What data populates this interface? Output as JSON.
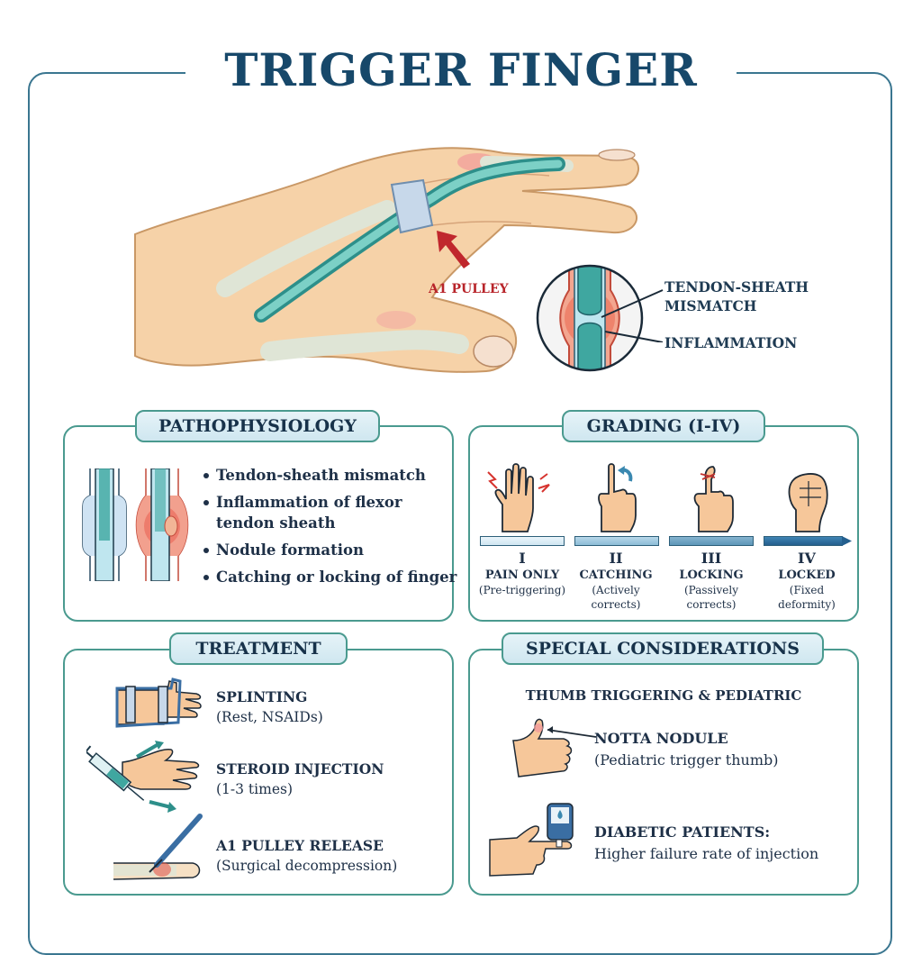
{
  "title": "TRIGGER FINGER",
  "hero": {
    "pulley_label": "A1 PULLEY",
    "callouts": [
      {
        "line1": "TENDON-SHEATH",
        "line2": "MISMATCH"
      },
      {
        "line1": "INFLAMMATION",
        "line2": ""
      }
    ]
  },
  "pathophysiology": {
    "heading": "PATHOPHYSIOLOGY",
    "bullets": [
      "Tendon-sheath mismatch",
      "Inflammation of flexor tendon sheath",
      "Nodule formation",
      "Catching or locking of finger"
    ]
  },
  "grading": {
    "heading": "GRADING (I-IV)",
    "grades": [
      {
        "num": "I",
        "name": "PAIN ONLY",
        "desc": "(Pre-triggering)",
        "color": "#d9edf6"
      },
      {
        "num": "II",
        "name": "CATCHING",
        "desc": "(Actively corrects)",
        "color": "#9fc9de"
      },
      {
        "num": "III",
        "name": "LOCKING",
        "desc": "(Passively corrects)",
        "color": "#6ea6c4"
      },
      {
        "num": "IV",
        "name": "LOCKED",
        "desc": "(Fixed deformity)",
        "color": "#2f74a6"
      }
    ]
  },
  "treatment": {
    "heading": "TREATMENT",
    "items": [
      {
        "title": "SPLINTING",
        "sub": "(Rest, NSAIDs)"
      },
      {
        "title": "STEROID INJECTION",
        "sub": "(1-3 times)"
      },
      {
        "title": "A1 PULLEY RELEASE",
        "sub": "(Surgical decompression)"
      }
    ]
  },
  "special": {
    "heading": "SPECIAL CONSIDERATIONS",
    "subheading": "THUMB TRIGGERING & PEDIATRIC",
    "items": [
      {
        "title": "NOTTA NODULE",
        "sub": "(Pediatric trigger thumb)"
      },
      {
        "title": "DIABETIC PATIENTS:",
        "sub": "Higher failure rate of injection"
      }
    ]
  },
  "colors": {
    "title": "#17486a",
    "frame": "#3a7690",
    "panel_border": "#4a9a8f",
    "accent_red": "#b8242a",
    "tendon_teal": "#3fa7a0",
    "skin": "#f6d2a8"
  }
}
